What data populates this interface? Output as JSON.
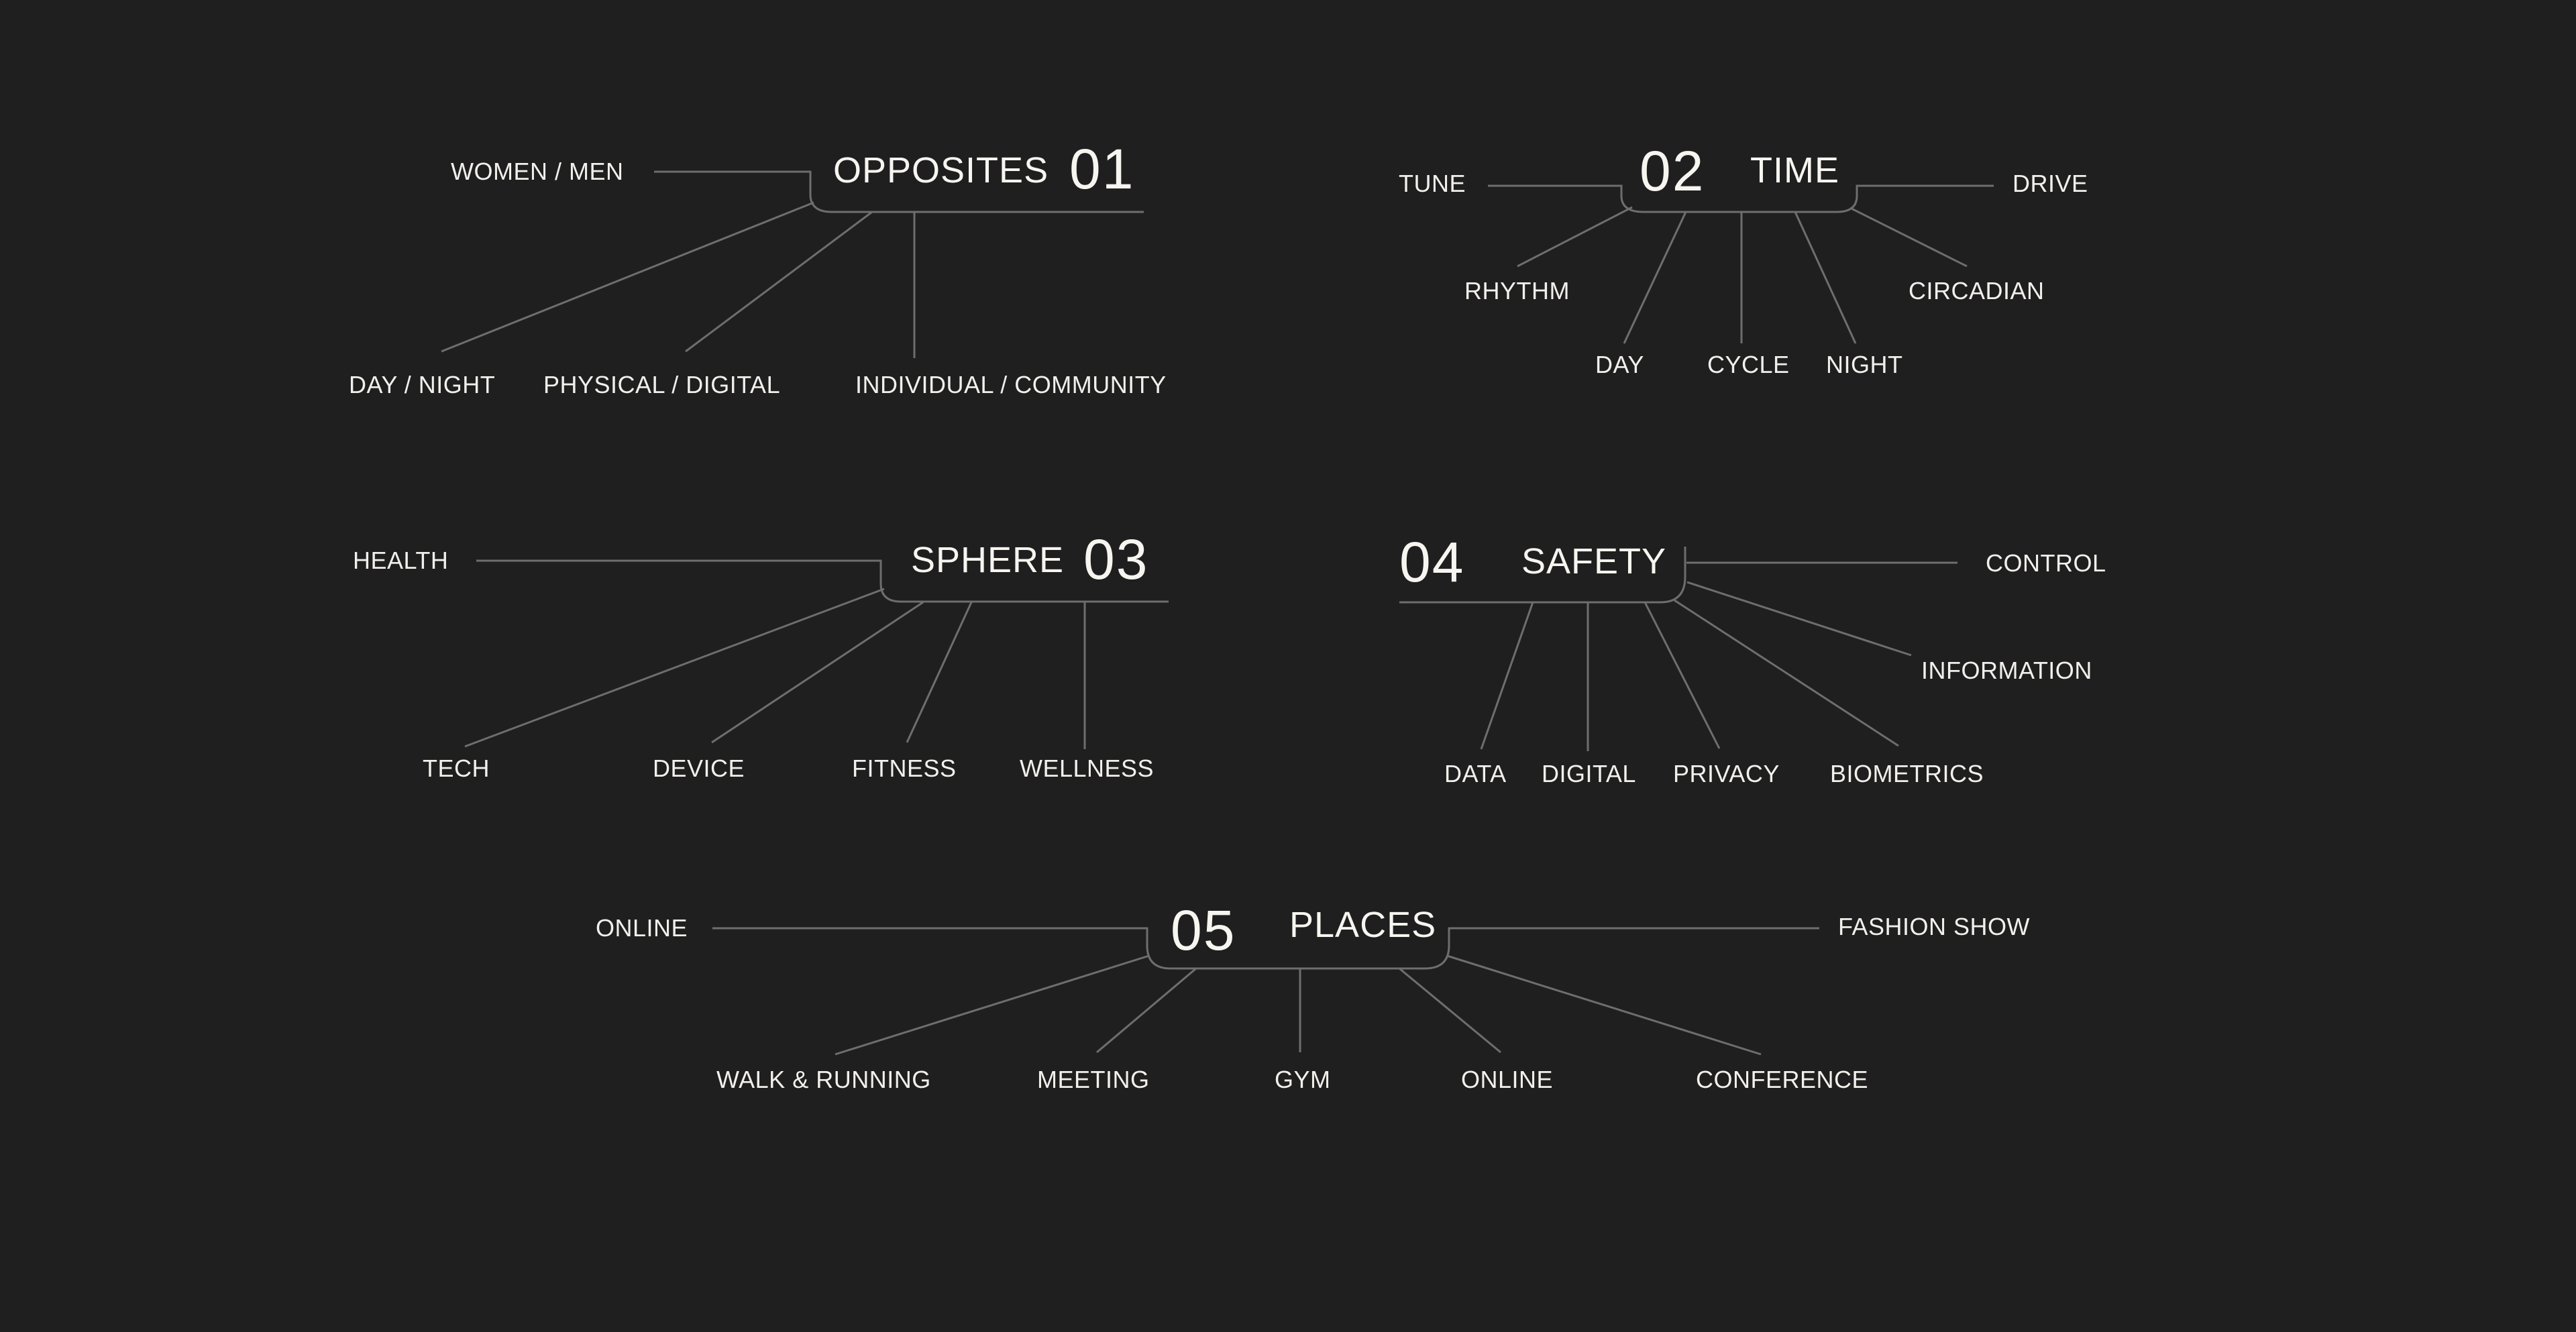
{
  "colors": {
    "background": "#1f1f1f",
    "line": "#6e6e6e",
    "text": "#f2f0ec"
  },
  "groups": [
    {
      "number": "01",
      "title": "OPPOSITES",
      "items": [
        "WOMEN / MEN",
        "DAY / NIGHT",
        "PHYSICAL / DIGITAL",
        "INDIVIDUAL / COMMUNITY"
      ]
    },
    {
      "number": "02",
      "title": "TIME",
      "items": [
        "TUNE",
        "RHYTHM",
        "DAY",
        "CYCLE",
        "NIGHT",
        "CIRCADIAN",
        "DRIVE"
      ]
    },
    {
      "number": "03",
      "title": "SPHERE",
      "items": [
        "HEALTH",
        "TECH",
        "DEVICE",
        "FITNESS",
        "WELLNESS"
      ]
    },
    {
      "number": "04",
      "title": "SAFETY",
      "items": [
        "CONTROL",
        "INFORMATION",
        "DATA",
        "DIGITAL",
        "PRIVACY",
        "BIOMETRICS"
      ]
    },
    {
      "number": "05",
      "title": "PLACES",
      "items": [
        "ONLINE",
        "WALK & RUNNING",
        "MEETING",
        "GYM",
        "ONLINE",
        "CONFERENCE",
        "FASHION SHOW"
      ]
    }
  ]
}
